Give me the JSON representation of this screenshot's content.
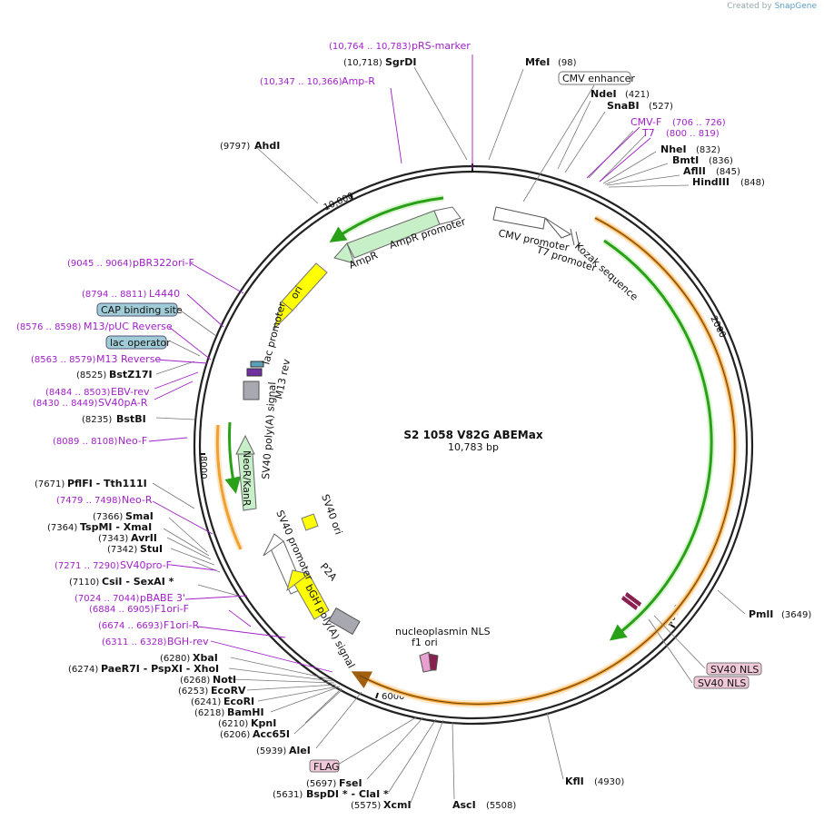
{
  "credit": {
    "prefix": "Created by",
    "brand": "SnapGene"
  },
  "plasmid": {
    "name": "S2 1058 V82G ABEMax",
    "size_label": "10,783 bp"
  },
  "colors": {
    "primer": "#a020c8",
    "line": "#6a6a6a",
    "backbone": "#222222",
    "orange": "#f0a030",
    "green": "#2aa018",
    "yellow": "#ffff00",
    "pale_green": "#c8f0c8"
  },
  "ticks": [
    "2000",
    "4000",
    "6000",
    "8000",
    "10,000"
  ],
  "labels": [
    {
      "id": "mfei",
      "name": "MfeI",
      "pos": "(98)",
      "kind": "enz"
    },
    {
      "id": "cmvenh",
      "name": "CMV enhancer",
      "kind": "box"
    },
    {
      "id": "ndei",
      "name": "NdeI",
      "pos": "(421)",
      "kind": "enz"
    },
    {
      "id": "snabi",
      "name": "SnaBI",
      "pos": "(527)",
      "kind": "enz"
    },
    {
      "id": "cmvf",
      "name": "CMV-F",
      "pos": "(706 .. 726)",
      "kind": "primer"
    },
    {
      "id": "t7",
      "name": "T7",
      "pos": "(800 .. 819)",
      "kind": "primer"
    },
    {
      "id": "nhei",
      "name": "NheI",
      "pos": "(832)",
      "kind": "enz"
    },
    {
      "id": "bmti",
      "name": "BmtI",
      "pos": "(836)",
      "kind": "enz"
    },
    {
      "id": "aflii",
      "name": "AflII",
      "pos": "(845)",
      "kind": "enz"
    },
    {
      "id": "hindiii",
      "name": "HindIII",
      "pos": "(848)",
      "kind": "enz"
    },
    {
      "id": "pmli",
      "name": "PmlI",
      "pos": "(3649)",
      "kind": "enz"
    },
    {
      "id": "sv40nls1",
      "name": "SV40 NLS",
      "kind": "pink"
    },
    {
      "id": "sv40nls2",
      "name": "SV40 NLS",
      "kind": "pink"
    },
    {
      "id": "kfli",
      "name": "KflI",
      "pos": "(4930)",
      "kind": "enz"
    },
    {
      "id": "asci",
      "name": "AscI",
      "pos": "(5508)",
      "kind": "enz"
    },
    {
      "id": "xcmi",
      "name": "XcmI",
      "pos": "(5575)",
      "kind": "enz"
    },
    {
      "id": "bspdi",
      "name": "BspDI *  -  ClaI *",
      "pos": "(5631)",
      "kind": "enz"
    },
    {
      "id": "fsei",
      "name": "FseI",
      "pos": "(5697)",
      "kind": "enz"
    },
    {
      "id": "flag",
      "name": "FLAG",
      "kind": "pink"
    },
    {
      "id": "alei",
      "name": "AleI",
      "pos": "(5939)",
      "kind": "enz"
    },
    {
      "id": "acc65i",
      "name": "Acc65I",
      "pos": "(6206)",
      "kind": "enz"
    },
    {
      "id": "kpni",
      "name": "KpnI",
      "pos": "(6210)",
      "kind": "enz"
    },
    {
      "id": "bamhi",
      "name": "BamHI",
      "pos": "(6218)",
      "kind": "enz"
    },
    {
      "id": "ecori",
      "name": "EcoRI",
      "pos": "(6241)",
      "kind": "enz"
    },
    {
      "id": "ecorv",
      "name": "EcoRV",
      "pos": "(6253)",
      "kind": "enz"
    },
    {
      "id": "noti",
      "name": "NotI",
      "pos": "(6268)",
      "kind": "enz"
    },
    {
      "id": "paer7i",
      "name": "PaeR7I   -  PspXI   -  XhoI",
      "pos": "(6274)",
      "kind": "enz"
    },
    {
      "id": "xbai",
      "name": "XbaI",
      "pos": "(6280)",
      "kind": "enz"
    },
    {
      "id": "bghrev",
      "name": "BGH-rev",
      "pos": "(6311 .. 6328)",
      "kind": "primer"
    },
    {
      "id": "f1orir",
      "name": "F1ori-R",
      "pos": "(6674 .. 6693)",
      "kind": "primer"
    },
    {
      "id": "f1orif",
      "name": "F1ori-F",
      "pos": "(6884 .. 6905)",
      "kind": "primer"
    },
    {
      "id": "pbabe3",
      "name": "pBABE 3'",
      "pos": "(7024 .. 7044)",
      "kind": "primer"
    },
    {
      "id": "csii",
      "name": "CsiI   -  SexAI *",
      "pos": "(7110)",
      "kind": "enz"
    },
    {
      "id": "sv40prof",
      "name": "SV40pro-F",
      "pos": "(7271 .. 7290)",
      "kind": "primer"
    },
    {
      "id": "stui",
      "name": "StuI",
      "pos": "(7342)",
      "kind": "enz"
    },
    {
      "id": "avrii",
      "name": "AvrII",
      "pos": "(7343)",
      "kind": "enz"
    },
    {
      "id": "tspmi",
      "name": "TspMI   -  XmaI",
      "pos": "(7364)",
      "kind": "enz"
    },
    {
      "id": "smai",
      "name": "SmaI",
      "pos": "(7366)",
      "kind": "enz"
    },
    {
      "id": "neor",
      "name": "Neo-R",
      "pos": "(7479 .. 7498)",
      "kind": "primer"
    },
    {
      "id": "pflfi",
      "name": "PflFI   -  Tth111I",
      "pos": "(7671)",
      "kind": "enz"
    },
    {
      "id": "neof",
      "name": "Neo-F",
      "pos": "(8089 .. 8108)",
      "kind": "primer"
    },
    {
      "id": "bstbi",
      "name": "BstBI",
      "pos": "(8235)",
      "kind": "enz"
    },
    {
      "id": "sv40par",
      "name": "SV40pA-R",
      "pos": "(8430 .. 8449)",
      "kind": "primer"
    },
    {
      "id": "ebvrev",
      "name": "EBV-rev",
      "pos": "(8484 .. 8503)",
      "kind": "primer"
    },
    {
      "id": "bstz17i",
      "name": "BstZ17I",
      "pos": "(8525)",
      "kind": "enz"
    },
    {
      "id": "m13rev",
      "name": "M13 Reverse",
      "pos": "(8563 .. 8579)",
      "kind": "primer"
    },
    {
      "id": "lacop",
      "name": "lac operator",
      "kind": "blue"
    },
    {
      "id": "m13puc",
      "name": "M13/pUC Reverse",
      "pos": "(8576 .. 8598)",
      "kind": "primer"
    },
    {
      "id": "cap",
      "name": "CAP binding site",
      "kind": "blue"
    },
    {
      "id": "l4440",
      "name": "L4440",
      "pos": "(8794 .. 8811)",
      "kind": "primer"
    },
    {
      "id": "pbr322",
      "name": "pBR322ori-F",
      "pos": "(9045 .. 9064)",
      "kind": "primer"
    },
    {
      "id": "ahdi",
      "name": "AhdI",
      "pos": "(9797)",
      "kind": "enz"
    },
    {
      "id": "ampr_p",
      "name": "Amp-R",
      "pos": "(10,347 .. 10,366)",
      "kind": "primer"
    },
    {
      "id": "sgrdi",
      "name": "SgrDI",
      "pos": "(10,718)",
      "kind": "enz"
    },
    {
      "id": "prs",
      "name": "pRS-marker",
      "pos": "(10,764 .. 10,783)",
      "kind": "primer"
    }
  ],
  "features": [
    {
      "id": "cmvprom",
      "name": "CMV promoter"
    },
    {
      "id": "t7prom",
      "name": "T7 promoter"
    },
    {
      "id": "kozak",
      "name": "Kozak sequence"
    },
    {
      "id": "ampr",
      "name": "AmpR"
    },
    {
      "id": "ampprom",
      "name": "AmpR promoter"
    },
    {
      "id": "ori",
      "name": "ori"
    },
    {
      "id": "lacprom",
      "name": "lac promoter"
    },
    {
      "id": "m13revf",
      "name": "M13 rev"
    },
    {
      "id": "sv40pa",
      "name": "SV40 poly(A) signal"
    },
    {
      "id": "neokan",
      "name": "NeoR/KanR"
    },
    {
      "id": "sv40ori",
      "name": "SV40 ori"
    },
    {
      "id": "sv40prom",
      "name": "SV40 promoter"
    },
    {
      "id": "f1ori",
      "name": "f1 ori"
    },
    {
      "id": "bgh",
      "name": "bGH poly(A) signal"
    },
    {
      "id": "p2a",
      "name": "P2A"
    },
    {
      "id": "nucnls",
      "name": "nucleoplasmin NLS"
    }
  ]
}
